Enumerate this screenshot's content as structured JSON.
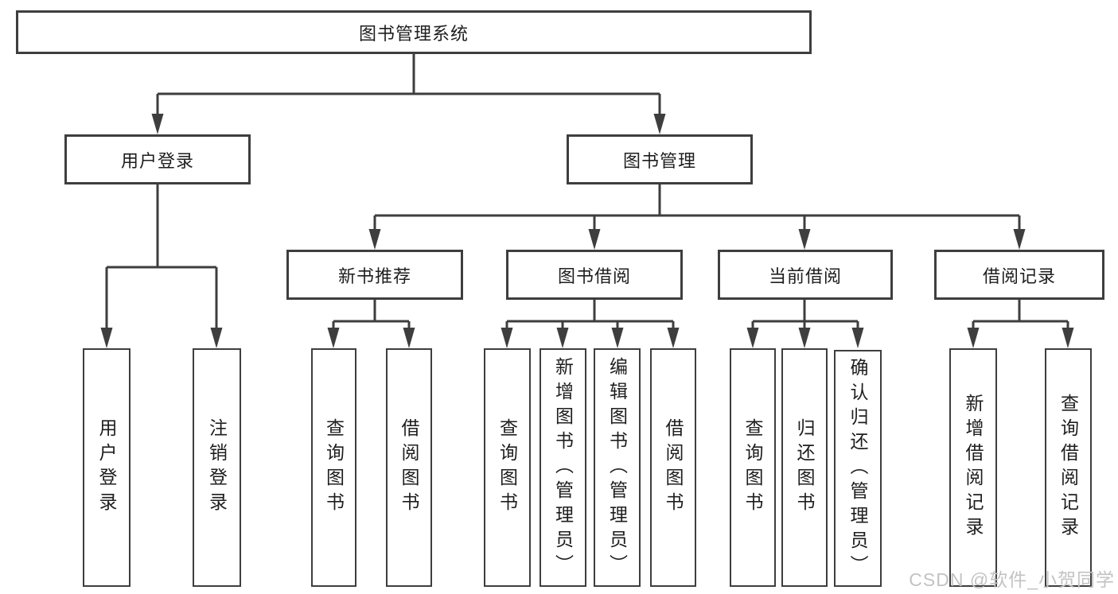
{
  "tree": {
    "root": {
      "label": "图书管理系统"
    },
    "children": [
      {
        "label": "用户登录",
        "children": [
          {
            "label": "用户登录"
          },
          {
            "label": "注销登录"
          }
        ]
      },
      {
        "label": "图书管理",
        "children": [
          {
            "label": "新书推荐",
            "children": [
              {
                "label": "查询图书"
              },
              {
                "label": "借阅图书"
              }
            ]
          },
          {
            "label": "图书借阅",
            "children": [
              {
                "label": "查询图书"
              },
              {
                "label": "新增图书（管理员）"
              },
              {
                "label": "编辑图书（管理员）"
              },
              {
                "label": "借阅图书"
              }
            ]
          },
          {
            "label": "当前借阅",
            "children": [
              {
                "label": "查询图书"
              },
              {
                "label": "归还图书"
              },
              {
                "label": "确认归还（管理员）"
              }
            ]
          },
          {
            "label": "借阅记录",
            "children": [
              {
                "label": "新增借阅记录"
              },
              {
                "label": "查询借阅记录"
              }
            ]
          }
        ]
      }
    ]
  },
  "watermark": {
    "text": "CSDN @软件_小贺同学"
  },
  "colors": {
    "line": "#3e3e3e",
    "box_border": "#3e3e3e",
    "box_fill": "#ffffff",
    "text": "#1e1e1e",
    "watermark": "#c3c3c3",
    "background": "#ffffff"
  }
}
